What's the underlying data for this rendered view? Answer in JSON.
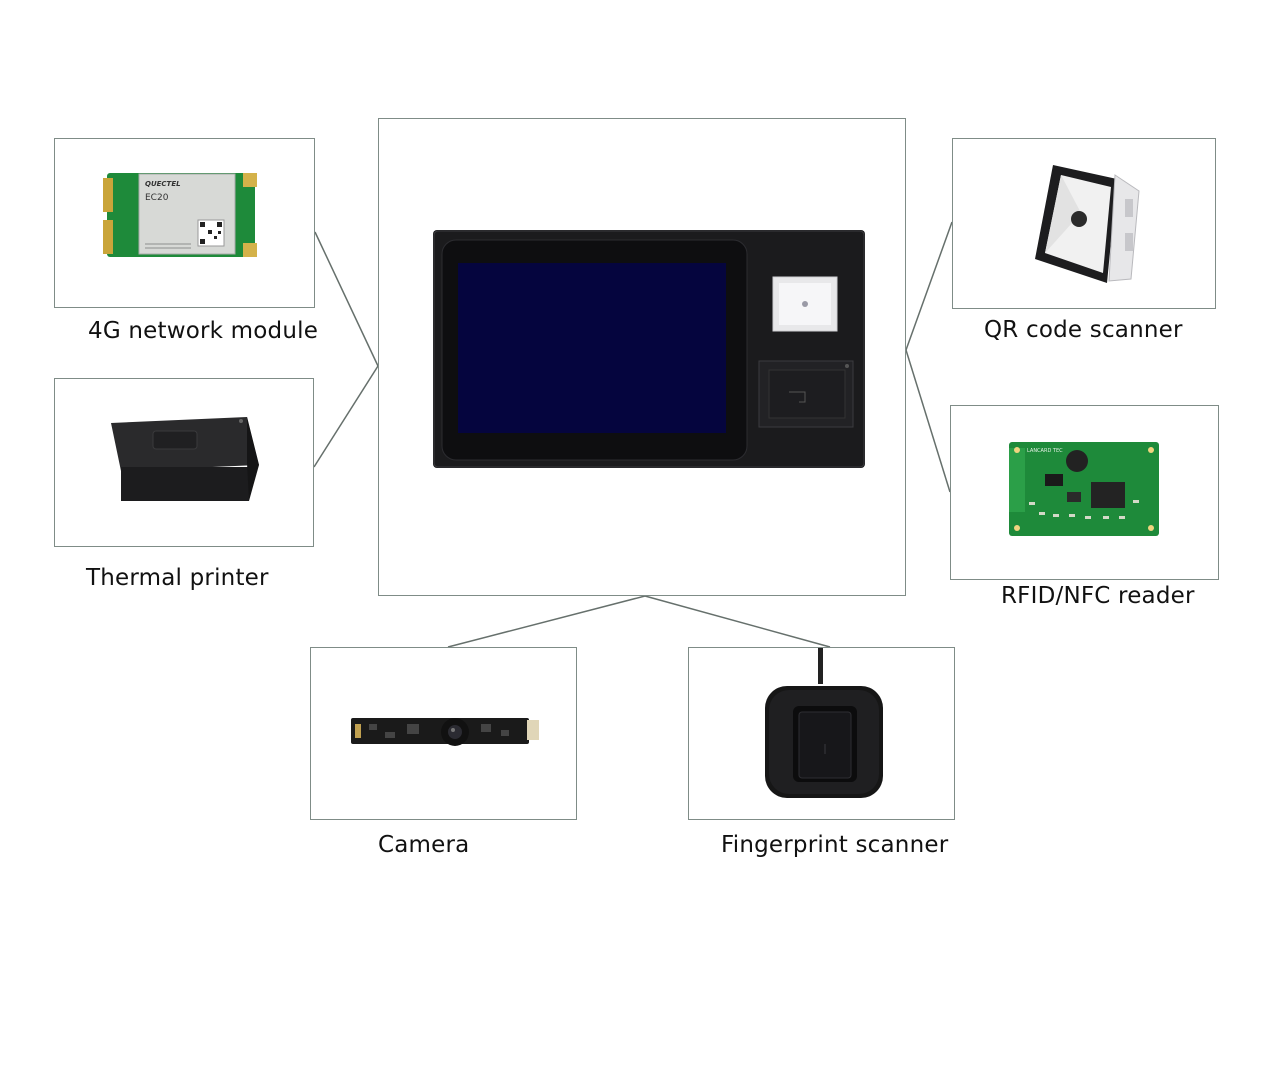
{
  "labels": {
    "network": "4G network module",
    "printer": "Thermal printer",
    "qr": "QR code scanner",
    "rfid": "RFID/NFC reader",
    "camera": "Camera",
    "fingerprint": "Fingerprint scanner"
  },
  "module_print": {
    "brand": "QUECTEL",
    "model": "EC20",
    "rfid_marking": "LANCARD TEC"
  },
  "colors": {
    "frame_border": "#7f8c87",
    "screen": "#05053e",
    "pcb_green": "#1e8a3a",
    "device_body": "#1a1a1a"
  }
}
